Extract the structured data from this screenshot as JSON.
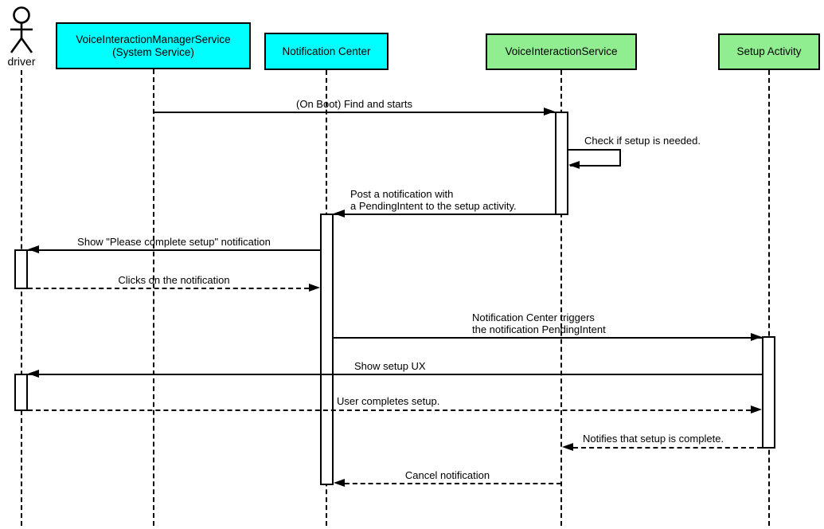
{
  "diagram": {
    "type": "uml-sequence",
    "colors": {
      "system_participant_fill": "#00ffff",
      "component_participant_fill": "#90ee90",
      "line": "#000000",
      "background": "#ffffff"
    },
    "actor": {
      "label": "driver"
    },
    "participants": [
      {
        "id": "voice-interaction-manager-service",
        "label": "VoiceInteractionManagerService\n(System Service)",
        "color": "#00ffff"
      },
      {
        "id": "notification-center",
        "label": "Notification Center",
        "color": "#00ffff"
      },
      {
        "id": "voice-interaction-service",
        "label": "VoiceInteractionService",
        "color": "#90ee90"
      },
      {
        "id": "setup-activity",
        "label": "Setup Activity",
        "color": "#90ee90"
      }
    ],
    "messages": [
      {
        "label": "(On Boot) Find and starts",
        "from": "VoiceInteractionManagerService (System Service)",
        "to": "VoiceInteractionService",
        "style": "solid"
      },
      {
        "label": "Check if setup is needed.",
        "from": "VoiceInteractionService",
        "to": "VoiceInteractionService",
        "style": "solid-self"
      },
      {
        "label": "Post a notification with\na PendingIntent to the setup activity.",
        "from": "VoiceInteractionService",
        "to": "Notification Center",
        "style": "solid"
      },
      {
        "label": "Show \"Please complete setup\" notification",
        "from": "Notification Center",
        "to": "driver",
        "style": "solid"
      },
      {
        "label": "Clicks on the notification",
        "from": "driver",
        "to": "Notification Center",
        "style": "dashed"
      },
      {
        "label": "Notification Center triggers\nthe notification PendingIntent",
        "from": "Notification Center",
        "to": "Setup Activity",
        "style": "solid"
      },
      {
        "label": "Show setup UX",
        "from": "Setup Activity",
        "to": "driver",
        "style": "solid"
      },
      {
        "label": "User completes setup.",
        "from": "driver",
        "to": "Setup Activity",
        "style": "dashed"
      },
      {
        "label": "Notifies that setup is complete.",
        "from": "Setup Activity",
        "to": "VoiceInteractionService",
        "style": "dashed"
      },
      {
        "label": "Cancel notification",
        "from": "VoiceInteractionService",
        "to": "Notification Center",
        "style": "dashed"
      }
    ]
  }
}
